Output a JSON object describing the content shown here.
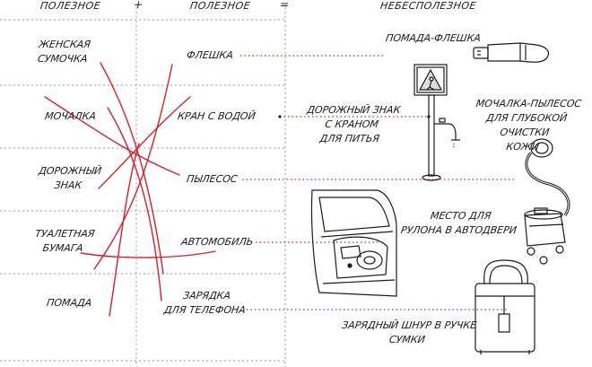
{
  "headers": {
    "col1": "ПОЛЕЗНОЕ",
    "plus": "+",
    "col2": "ПОЛЕЗНОЕ",
    "equals": "=",
    "col3": "НЕБЕСПОЛЕЗНОЕ"
  },
  "left_items": [
    "ЖЕНСКАЯ\nСУМОЧКА",
    "МОЧАЛКА",
    "ДОРОЖНЫЙ\nЗНАК",
    "ТУАЛЕТНАЯ\nБУМАГА",
    "ПОМАДА"
  ],
  "middle_items": [
    "ФЛЕШКА",
    "КРАН С ВОДОЙ",
    "ПЫЛЕСОС",
    "АВТОМОБИЛЬ",
    "ЗАРЯДКА\nДЛЯ ТЕЛЕФОНА"
  ],
  "right_items": [
    "ПОМАДА-ФЛЕШКА",
    "ДОРОЖНЫЙ ЗНАК\nС КРАНОМ\nДЛЯ ПИТЬЯ",
    "МОЧАЛКА-ПЫЛЕСОС\nДЛЯ ГЛУБОКОЙ ОЧИСТКИ\nКОЖИ",
    "МЕСТО ДЛЯ\nРУЛОНА В АВТОДВЕРИ",
    "ЗАРЯДНЫЙ ШНУР В РУЧКЕ\nСУМКИ"
  ],
  "illustrations": [
    "lipstick-flash-drive-icon",
    "road-sign-with-tap-icon",
    "vacuum-cleaner-icon",
    "car-door-icon",
    "handbag-icon"
  ],
  "colors": {
    "ink": "#1a1a1a",
    "red_lines": "#d6202a",
    "red_dots": "#d6202a",
    "grid": "#9a9a9a"
  }
}
